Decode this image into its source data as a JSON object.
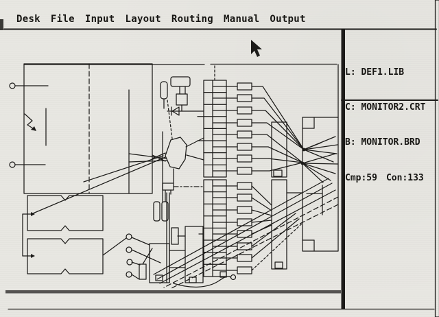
{
  "menu": {
    "items": [
      "Desk",
      "File",
      "Input",
      "Layout",
      "Routing",
      "Manual",
      "Output"
    ]
  },
  "status_panel": {
    "lines": [
      "L: DEF1.LIB",
      "C: MONITOR2.CRT",
      "B: MONITOR.BRD"
    ],
    "counts": {
      "components": "Cmp:59",
      "connections": "Con:133"
    }
  },
  "icons": {
    "mouse_cursor": "arrow-pointer-icon"
  },
  "colors": {
    "paper": "#e8e7e2",
    "ink": "#1c1b19",
    "divider_bar": "#32302c",
    "separator_grey": "#4a4845"
  }
}
